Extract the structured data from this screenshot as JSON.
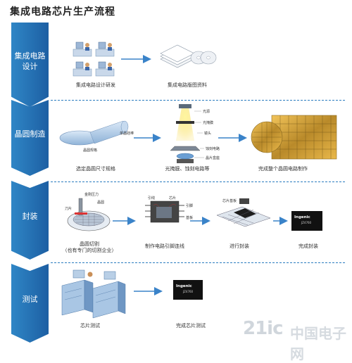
{
  "title": "集成电路芯片生产流程",
  "stages": [
    {
      "label": "集成电路\n设计"
    },
    {
      "label": "晶圆制造"
    },
    {
      "label": "封装"
    },
    {
      "label": "测试"
    }
  ],
  "steps": {
    "design_rd": "集成电路设计研发",
    "layout_data": "集成电路版图资料",
    "wafer_size": "选定晶圆尺寸规格",
    "photo_etch": "光掩膜、蚀刻电路等",
    "full_wafer": "完成整个晶圆电路制作",
    "wafer_cut": "晶圆切割\n（也有专门的切割企业）",
    "wire_bond": "制作电路引脚连线",
    "encapsulate": "进行封装",
    "pack_done": "完成封装",
    "chip_test": "芯片测试",
    "test_done": "完成芯片测试"
  },
  "small_labels": {
    "wafer_small": "晶圆规格",
    "single_crystal": "单晶硅棒",
    "light_source": "光源",
    "mask": "光掩膜",
    "lens": "镜头",
    "etched_circuit": "蚀刻电路",
    "wafer_stage": "晶片盒座",
    "blade_pressure": "金刚压力",
    "wafer_piece": "晶圆",
    "cutter": "刀片",
    "lead": "引线",
    "chip": "芯片",
    "pin": "引脚",
    "substrate": "基板",
    "chip_substrate": "芯片基板"
  },
  "chip_marking": {
    "brand": "Ingenic",
    "model": "JZ4760"
  },
  "watermark": {
    "text": "21ic",
    "sub": "中国电子网"
  },
  "colors": {
    "stage": "#2473b8",
    "arrow": "#3a83c9",
    "dash": "#2a7bbf"
  }
}
